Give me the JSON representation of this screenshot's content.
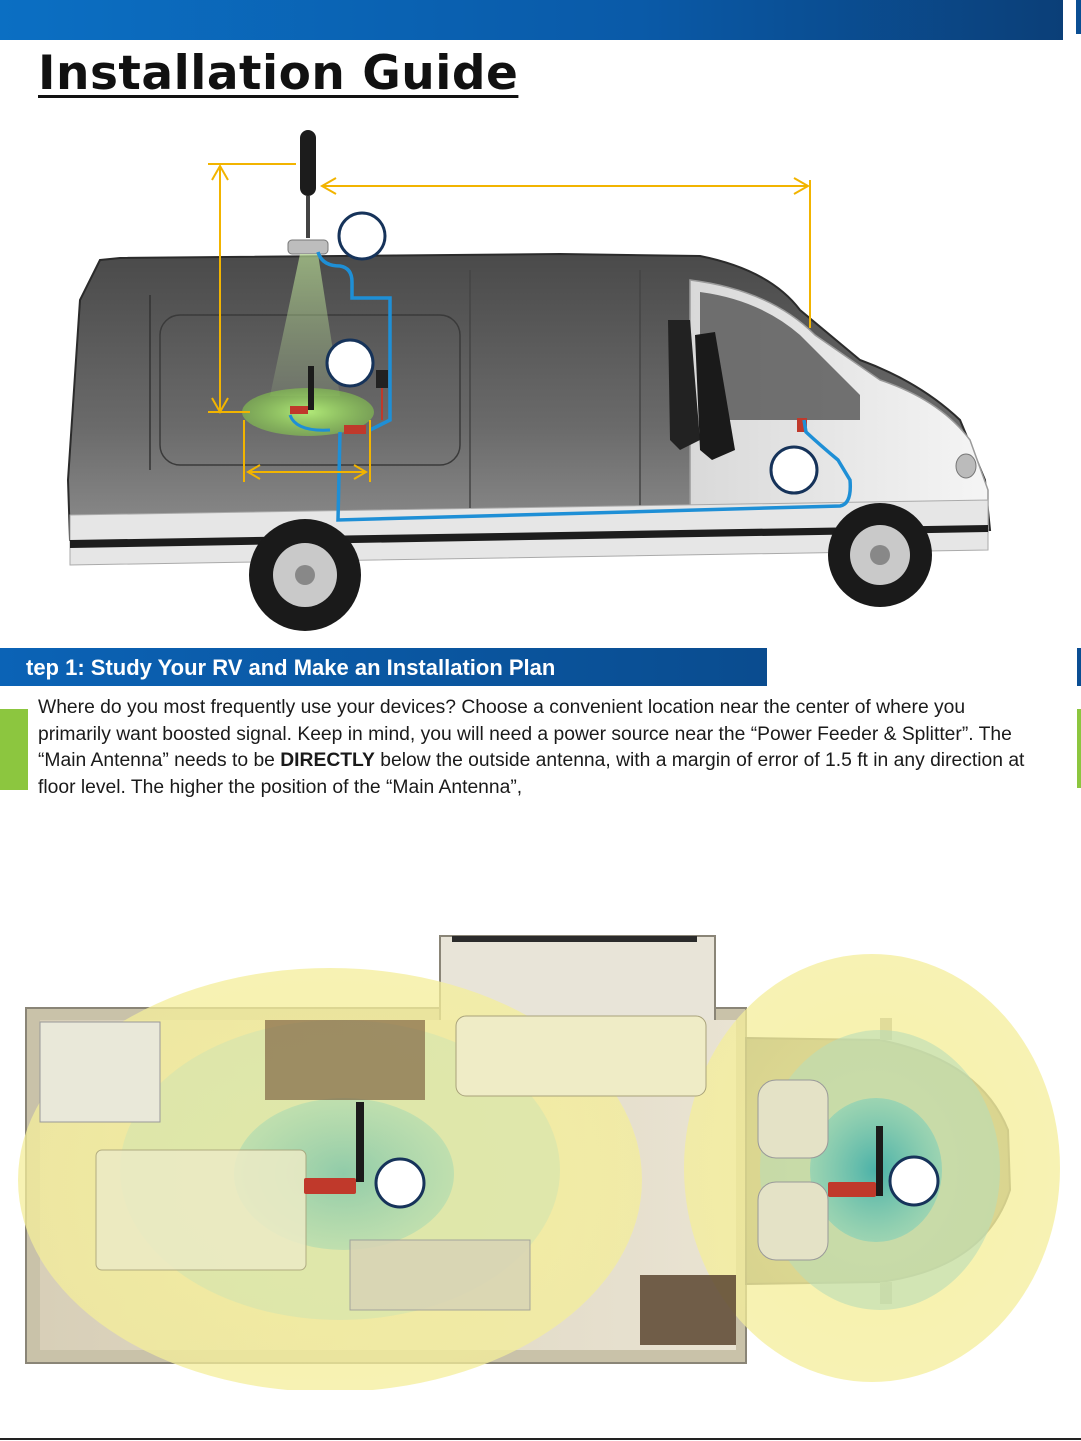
{
  "header": {
    "title": "Installation Guide",
    "accent_color": "#0a5aa8"
  },
  "van_figure": {
    "description_icon": "cargo-van-cutaway",
    "cable_color": "#1e8fd6",
    "dimension_color": "#f2b400",
    "callouts": [
      "",
      "",
      ""
    ]
  },
  "step1": {
    "title": "tep 1: Study Your RV and Make an Installation Plan",
    "paragraph_part1": "Where do you most frequently use your devices? Choose a convenient location near the center of where you primarily want boosted signal. Keep in mind, you will need a power source near the “Power Feeder & Splitter”. The “Main Antenna” needs to be ",
    "paragraph_emphasis": "DIRECTLY",
    "paragraph_part2": " below the outside antenna, with a margin of error of 1.5 ft in any direction at floor level. The higher the position of the “Main Antenna”,"
  },
  "floorplan_figure": {
    "description_icon": "rv-floorplan-top-view",
    "coverage_color": "#f4ee9a",
    "callouts": [
      "",
      ""
    ]
  },
  "colors": {
    "brand_blue": "#0a5aa8",
    "accent_green": "#8cc63f"
  }
}
